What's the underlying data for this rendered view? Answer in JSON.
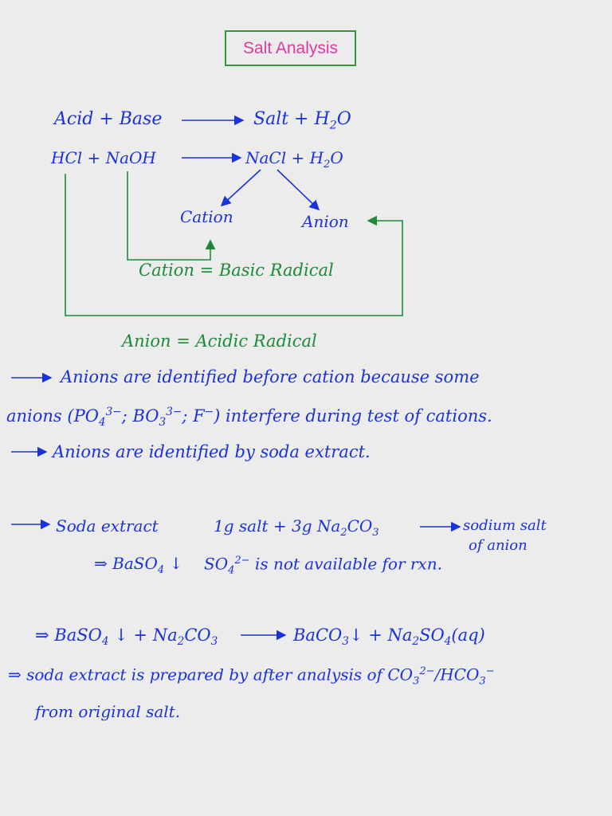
{
  "title": "Salt Analysis",
  "reaction": {
    "general_left": "Acid + Base",
    "general_right_salt": "Salt + H",
    "general_right_sub": "2",
    "general_right_o": "O",
    "example_left": "HCl + NaOH",
    "example_right": "NaCl + H",
    "example_right_sub": "2",
    "example_right_o": "O"
  },
  "radicals": {
    "cation": "Cation",
    "anion": "Anion",
    "cation_def": "Cation = Basic  Radical",
    "anion_def": "Anion = Acidic  Radical"
  },
  "notes": {
    "line1": "Anions are identified before cation because some",
    "line2_a": "anions (PO",
    "line2_sub1": "4",
    "line2_sup1": "3−",
    "line2_b": "; BO",
    "line2_sub2": "3",
    "line2_sup2": "3−",
    "line2_c": "; F",
    "line2_sup3": "−",
    "line2_d": ") interfere during test of cations.",
    "line3": "Anions are identified by soda extract."
  },
  "soda": {
    "label": "Soda extract",
    "mix_a": "1g salt + 3g Na",
    "mix_sub1": "2",
    "mix_b": "CO",
    "mix_sub2": "3",
    "product_1": "sodium salt",
    "product_2": "of   anion",
    "baso4_a": "⇒ BaSO",
    "baso4_sub": "4",
    "baso4_b": "↓",
    "so4_a": "SO",
    "so4_sub": "4",
    "so4_sup": "2−",
    "so4_b": "is not available for rxn."
  },
  "eq2": {
    "a": "⇒ BaSO",
    "a_sub": "4",
    "b": "↓ + Na",
    "b_sub": "2",
    "c": "CO",
    "c_sub": "3",
    "d": "BaCO",
    "d_sub": "3",
    "e": "↓ + Na",
    "e_sub": "2",
    "f": "SO",
    "f_sub": "4",
    "g": "(aq)"
  },
  "final": {
    "line1_a": "⇒ soda extract is prepared by after analysis of CO",
    "line1_sub1": "3",
    "line1_sup1": "2−",
    "line1_b": "/HCO",
    "line1_sub2": "3",
    "line1_sup2": "−",
    "line2": "from original salt."
  },
  "colors": {
    "ink_blue": "#1a32d9",
    "ink_green": "#1d8a3a",
    "title_pink": "#e03aa0",
    "box_green": "#2e9a3e",
    "background": "#ececec"
  }
}
